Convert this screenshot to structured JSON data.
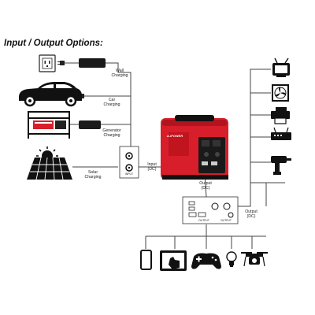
{
  "title": "Input / Output Options:",
  "inputs": [
    {
      "name": "wall-outlet",
      "icon": "wall-outlet-icon",
      "label_line1": "Wall",
      "label_line2": "Charging"
    },
    {
      "name": "car",
      "icon": "car-icon",
      "label_line1": "Car",
      "label_line2": "Charging"
    },
    {
      "name": "generator",
      "icon": "generator-icon",
      "label_line1": "Generator",
      "label_line2": "Charging"
    },
    {
      "name": "solar",
      "icon": "solar-panel-icon",
      "label_line1": "Solar",
      "label_line2": "Charging"
    }
  ],
  "input_panel": {
    "label_line1": "Input",
    "label_line2": "(DC)",
    "panel_text": "INPUT"
  },
  "device": {
    "brand_text": "A-iPOWER",
    "accent_color": "#d81e2a"
  },
  "output_top": {
    "label_line1": "Output",
    "label_line2": "(DC)"
  },
  "output_right": {
    "label_line1": "Output",
    "label_line2": "(DC)"
  },
  "output_panel": {
    "left_text": "OUTPUT",
    "right_text": "OUTPUT"
  },
  "right_outputs": [
    "tv-icon",
    "fan-icon",
    "printer-icon",
    "router-icon",
    "drill-icon"
  ],
  "bottom_outputs": [
    "phone-icon",
    "tablet-icon",
    "game-controller-icon",
    "light-bulb-icon",
    "drone-icon"
  ],
  "colors": {
    "line": "#444444",
    "icon": "#111111",
    "device_red": "#d81e2a"
  }
}
